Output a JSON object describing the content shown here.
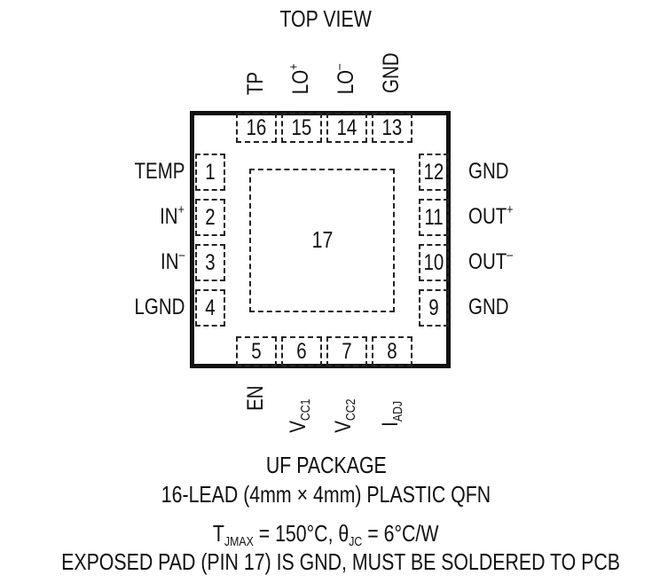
{
  "title": "TOP VIEW",
  "package_body": {
    "exposed_pad_number": "17"
  },
  "pins": {
    "left": [
      {
        "num": "1",
        "label": "TEMP",
        "sup": ""
      },
      {
        "num": "2",
        "label": "IN",
        "sup": "+"
      },
      {
        "num": "3",
        "label": "IN",
        "sup": "–"
      },
      {
        "num": "4",
        "label": "LGND",
        "sup": ""
      }
    ],
    "bottom": [
      {
        "num": "5",
        "label": "EN",
        "sub": ""
      },
      {
        "num": "6",
        "label": "V",
        "sub": "CC1"
      },
      {
        "num": "7",
        "label": "V",
        "sub": "CC2"
      },
      {
        "num": "8",
        "label": "I",
        "sub": "ADJ"
      }
    ],
    "right": [
      {
        "num": "9",
        "label": "GND",
        "sup": ""
      },
      {
        "num": "10",
        "label": "OUT",
        "sup": "–"
      },
      {
        "num": "11",
        "label": "OUT",
        "sup": "+"
      },
      {
        "num": "12",
        "label": "GND",
        "sup": ""
      }
    ],
    "top": [
      {
        "num": "13",
        "label": "GND",
        "sup": ""
      },
      {
        "num": "14",
        "label": "LO",
        "sup": "–"
      },
      {
        "num": "15",
        "label": "LO",
        "sup": "+"
      },
      {
        "num": "16",
        "label": "TP",
        "sup": ""
      }
    ]
  },
  "caption": {
    "line1": "UF PACKAGE",
    "line2": "16-LEAD (4mm × 4mm) PLASTIC QFN",
    "line3_t": "T",
    "line3_t_sub": "JMAX",
    "line3_mid": " = 150°C, θ",
    "line3_theta_sub": "JC",
    "line3_end": " = 6°C/W",
    "line4": "EXPOSED PAD (PIN 17) IS GND, MUST BE SOLDERED TO PCB"
  }
}
